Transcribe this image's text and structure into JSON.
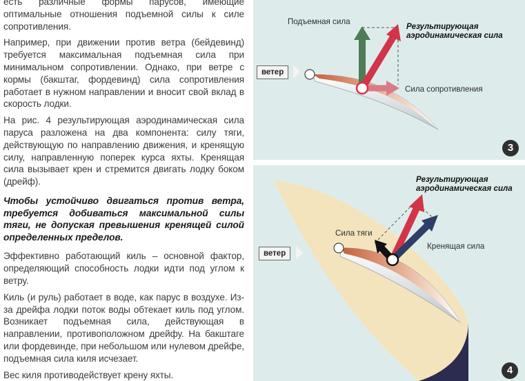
{
  "article": {
    "p1": "есть различные формы парусов, имеющие оптимальные отношения подъемной силы к силе сопротивления.",
    "p2": "Например, при движении против ветра (бейдевинд) требуется максимальная подъемная сила при минимальном сопротивлении. Однако, при ветре с кормы (бакштаг, фордевинд) сила сопротивления работает в нужном направлении и вносит свой вклад в скорость лодки.",
    "p3": "На рис. 4 результирующая аэродинамическая сила паруса разложена на два компонента: силу тяги, действующую по направлению движения, и кренящую силу, направленную поперек курса яхты. Кренящая сила вызывает крен и стремится двигать лодку боком (дрейф).",
    "highlight": "Чтобы устойчиво двигаться против ветра, требуется добиваться максимальной силы тяги, не допуская превышения кренящей силой определенных пределов.",
    "p4": "Эффективно работающий киль – основной фактор, определяющий способность лодки идти под углом к ветру.",
    "p5": "Киль (и руль) работает в воде, как парус в воздухе. Из-за дрейфа лодки поток воды обтекает киль под углом. Возникает подъемная сила, действующая в направлении, противоположном дрейфу. На бакштаге или фордевинде, при небольшом или нулевом дрейфе, подъемная сила киля исчезает.",
    "p6": "Вес киля противодействует крену яхты."
  },
  "figure3": {
    "number": "3",
    "wind_label": "ветер",
    "lift_label": "Подъемная сила",
    "result_label_line1": "Результирующая",
    "result_label_line2": "аэродинамическая сила",
    "drag_label": "Сила сопротивления"
  },
  "figure4": {
    "number": "4",
    "wind_label": "ветер",
    "result_label_line1": "Результирующая",
    "result_label_line2": "аэродинамическая сила",
    "thrust_label": "Сила тяги",
    "heeling_label": "Кренящая сила"
  },
  "colors": {
    "panel_bg": "#ddeceb",
    "lift_green": "#4e7c56",
    "resultant_red": "#d23448",
    "drag_pink": "#d97b86",
    "heeling_navy": "#2f3e68",
    "thrust_black": "#111111",
    "sail_area": "#f3e4bd",
    "hull_dark": "#2b2c4f"
  }
}
